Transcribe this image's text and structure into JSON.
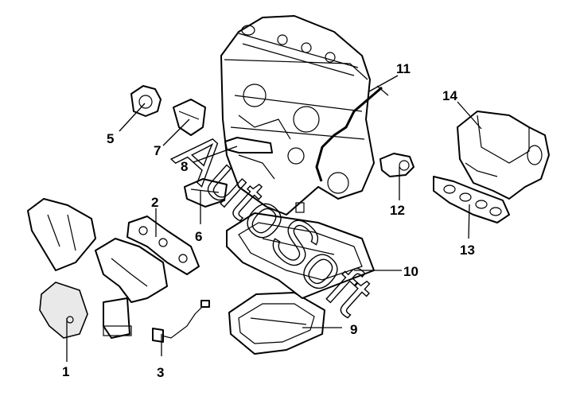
{
  "watermark": "AutoSoft",
  "callouts": [
    {
      "id": "1",
      "label": "1"
    },
    {
      "id": "2",
      "label": "2"
    },
    {
      "id": "3",
      "label": "3"
    },
    {
      "id": "5",
      "label": "5"
    },
    {
      "id": "6",
      "label": "6"
    },
    {
      "id": "7",
      "label": "7"
    },
    {
      "id": "8",
      "label": "8"
    },
    {
      "id": "9",
      "label": "9"
    },
    {
      "id": "10",
      "label": "10"
    },
    {
      "id": "11",
      "label": "11"
    },
    {
      "id": "12",
      "label": "12"
    },
    {
      "id": "13",
      "label": "13"
    },
    {
      "id": "14",
      "label": "14"
    }
  ]
}
